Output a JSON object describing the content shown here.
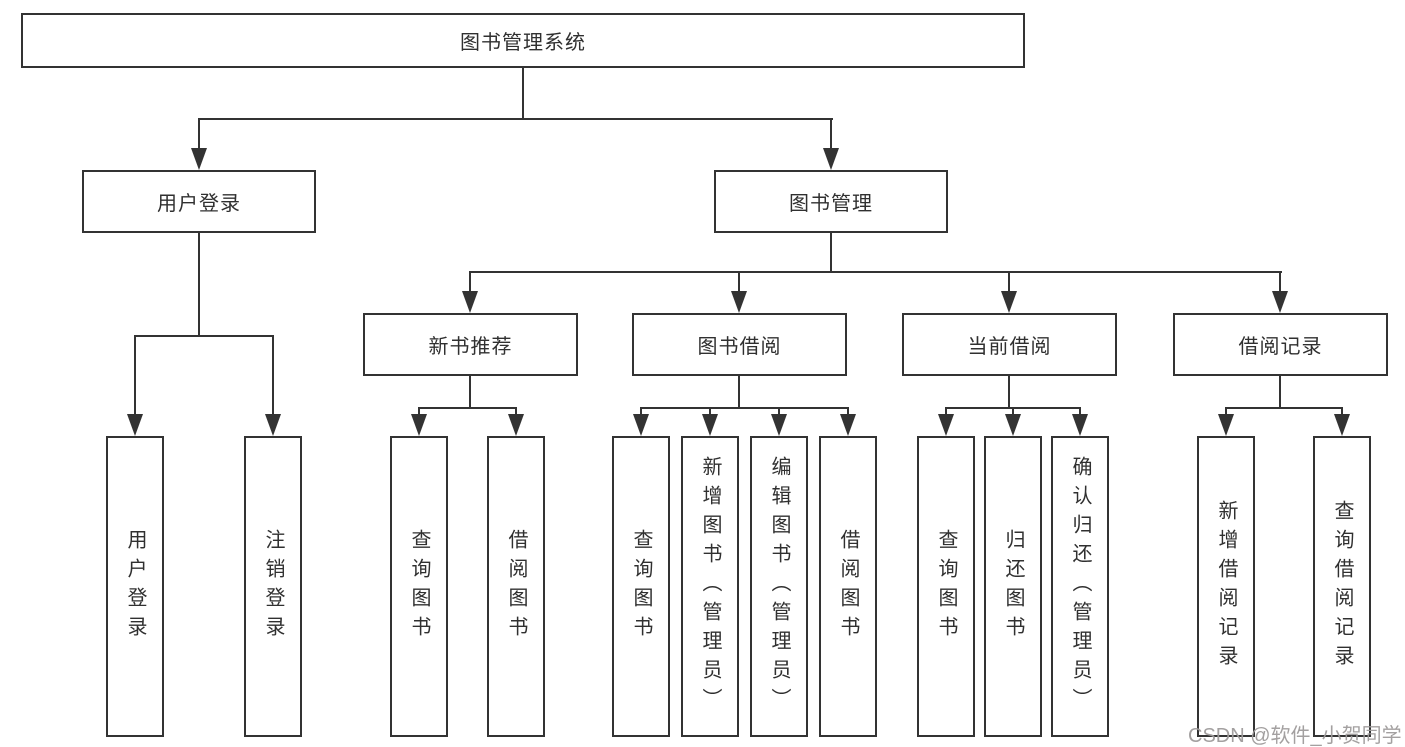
{
  "diagram": {
    "title": "图书管理系统",
    "root": {
      "label": "图书管理系统"
    },
    "level2": {
      "user_login": {
        "label": "用户登录"
      },
      "book_management": {
        "label": "图书管理"
      }
    },
    "level3": {
      "new_book_recommend": {
        "label": "新书推荐"
      },
      "book_borrow": {
        "label": "图书借阅"
      },
      "current_borrow": {
        "label": "当前借阅"
      },
      "borrow_records": {
        "label": "借阅记录"
      }
    },
    "leaves": {
      "user_login": {
        "label": "用户登录"
      },
      "logout": {
        "label": "注销登录"
      },
      "recommend_query_books": {
        "label": "查询图书"
      },
      "recommend_borrow_books": {
        "label": "借阅图书"
      },
      "borrow_query_books": {
        "label": "查询图书"
      },
      "borrow_add_books": {
        "label": "新增图书（管理员）"
      },
      "borrow_edit_books": {
        "label": "编辑图书（管理员）"
      },
      "borrow_borrow_books": {
        "label": "借阅图书"
      },
      "current_query_books": {
        "label": "查询图书"
      },
      "current_return_books": {
        "label": "归还图书"
      },
      "current_confirm_return": {
        "label": "确认归还（管理员）"
      },
      "records_add_record": {
        "label": "新增借阅记录"
      },
      "records_query_record": {
        "label": "查询借阅记录"
      }
    }
  },
  "watermark": {
    "text": "CSDN @软件_小贺同学"
  },
  "colors": {
    "background": "#ffffff",
    "box_fill": "#ffffff",
    "box_border": "#333333",
    "line": "#333333",
    "text": "#303030",
    "watermark": "#9e9b9b"
  }
}
